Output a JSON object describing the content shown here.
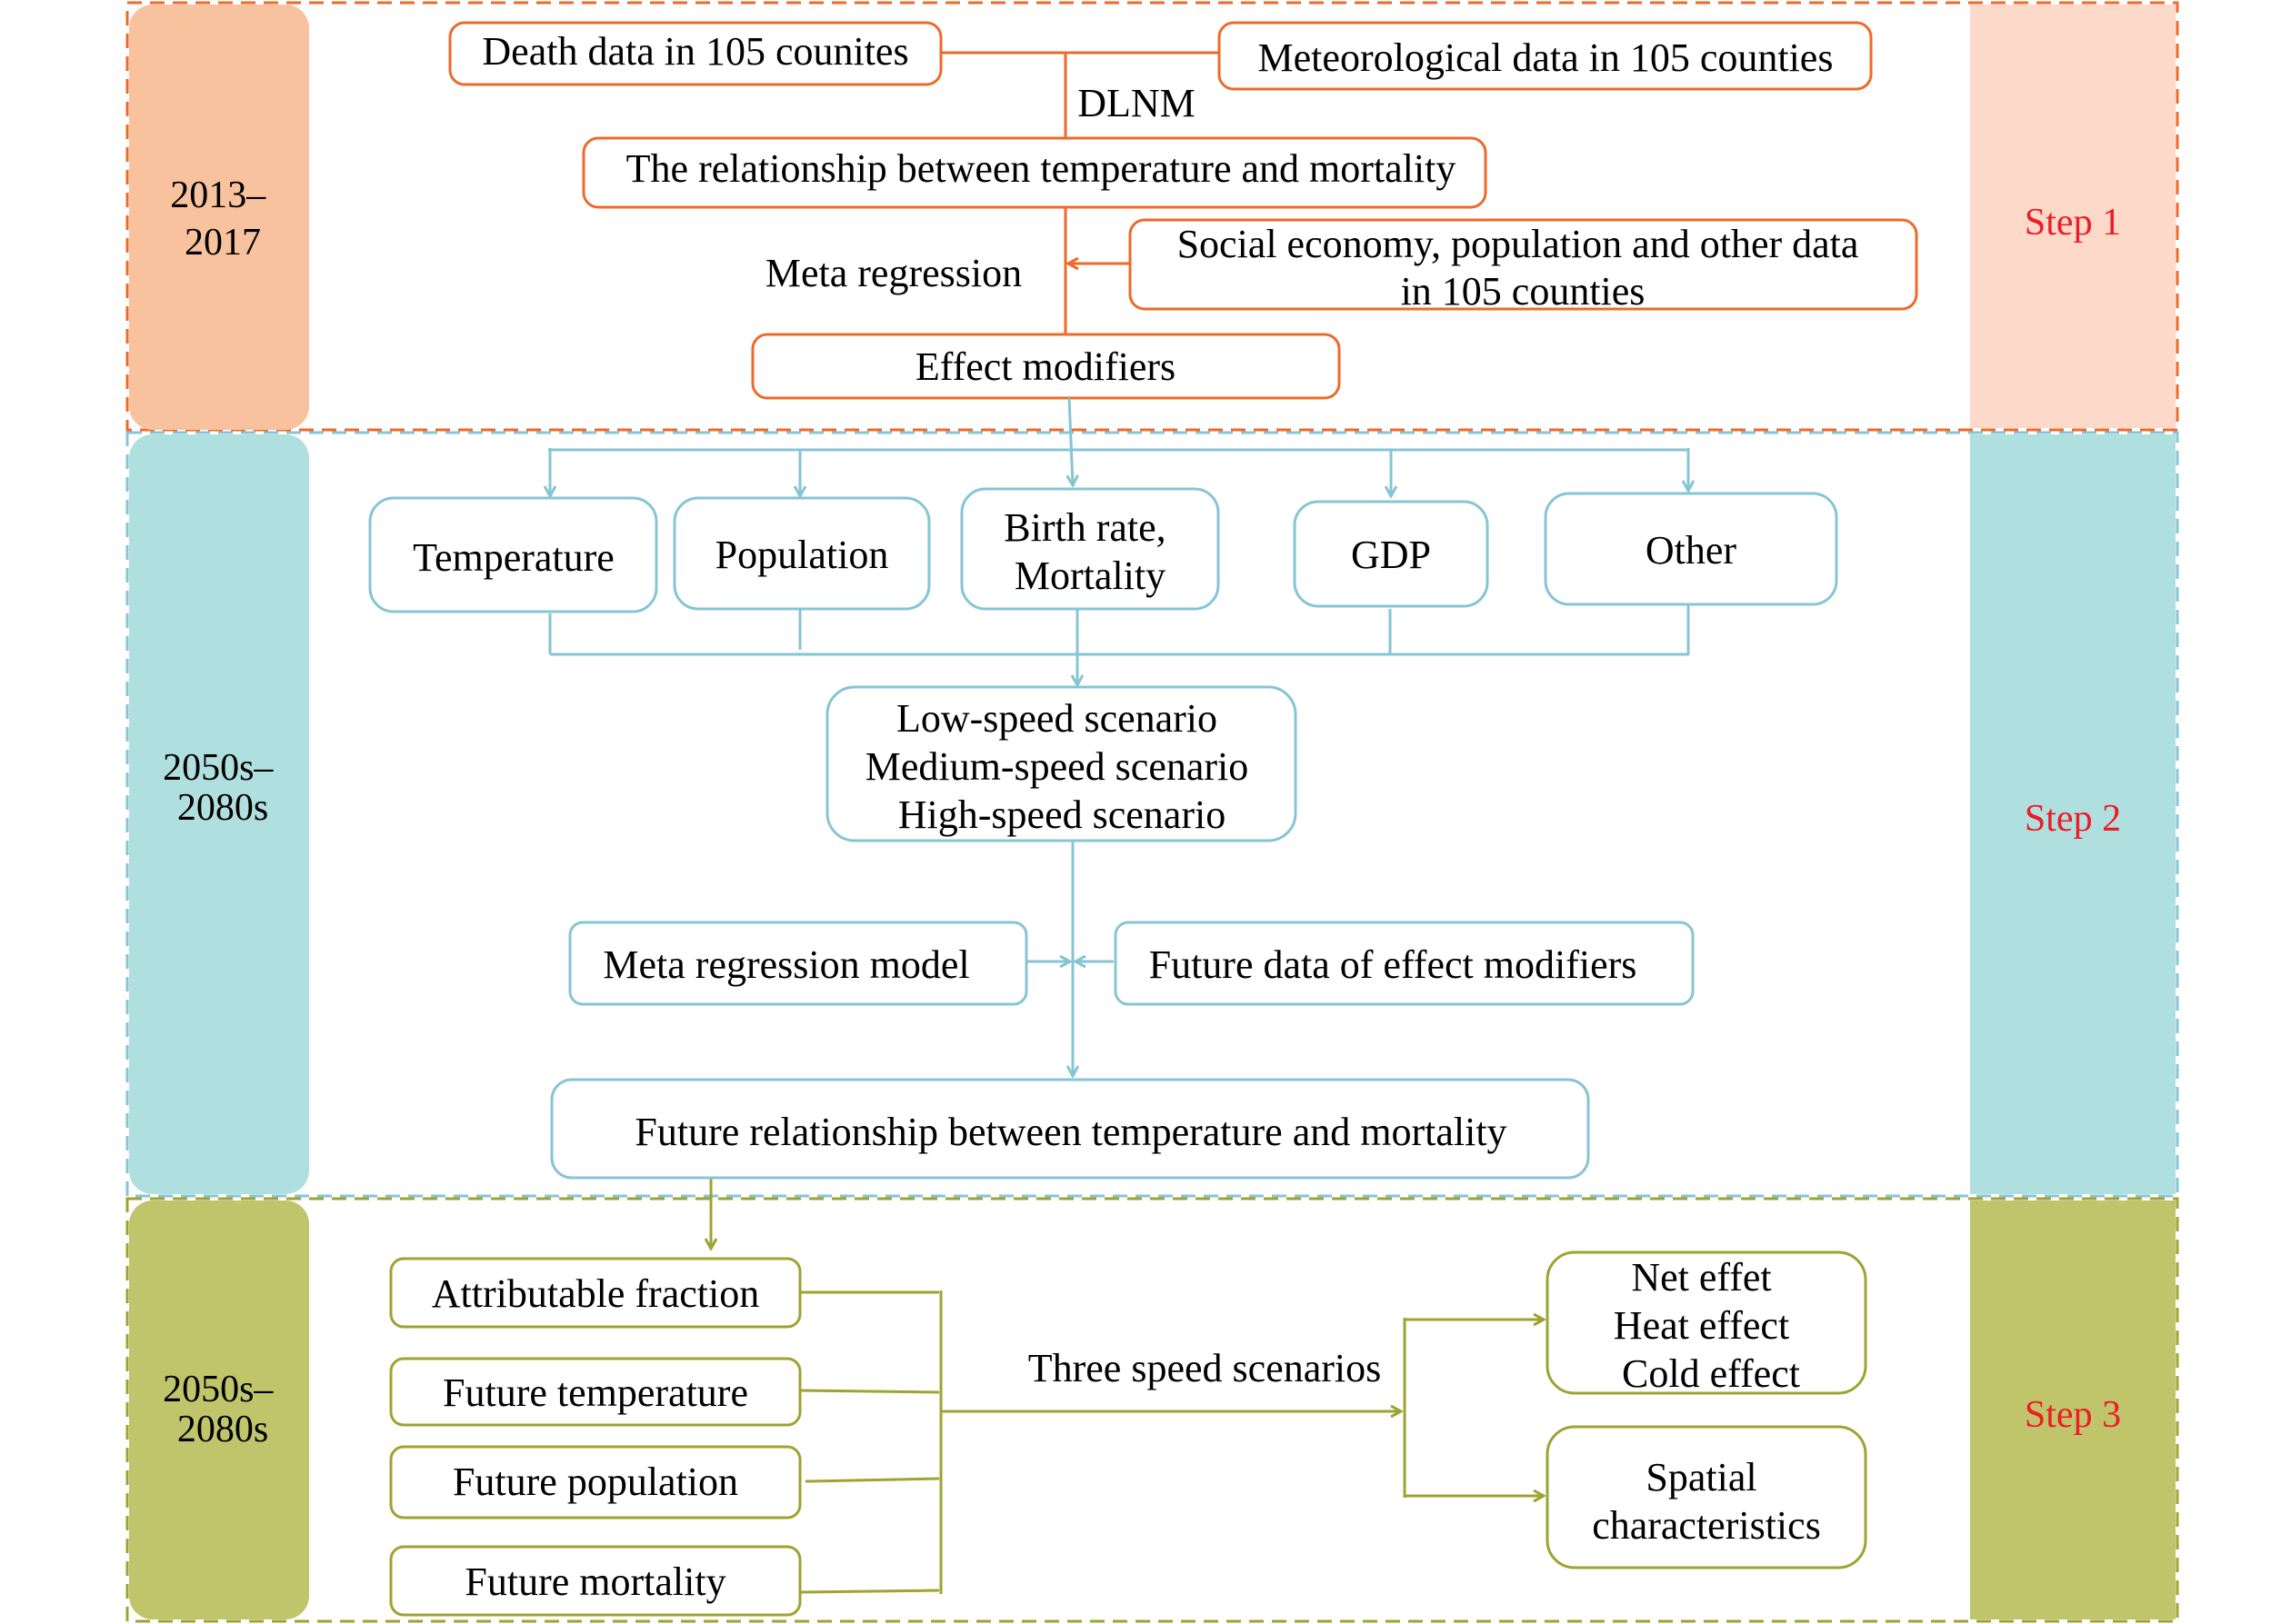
{
  "colors": {
    "orange": "#ee6a2a",
    "orange_fill": "#f9c29f",
    "orange_step_fill": "#fcd9c9",
    "blue": "#86c5d4",
    "blue_fill": "#b0dfe0",
    "olive": "#9ea332",
    "olive_fill": "#c0c46a",
    "step_label": "#ee1c24"
  },
  "sections": [
    {
      "id": "s1",
      "period": [
        "2013–",
        "2017"
      ],
      "step": "Step 1"
    },
    {
      "id": "s2",
      "period": [
        "2050s–",
        "2080s"
      ],
      "step": "Step 2"
    },
    {
      "id": "s3",
      "period": [
        "2050s–",
        "2080s"
      ],
      "step": "Step 3"
    }
  ],
  "step1": {
    "death_data": "Death data in 105 counites",
    "meteorological_data": "Meteorological data in 105 counties",
    "dlnm_label": "DLNM",
    "relationship": "The relationship between temperature and mortality",
    "meta_regression_label": "Meta regression",
    "social_data": [
      "Social economy, population and other data",
      "in 105 counties"
    ],
    "effect_modifiers": "Effect modifiers"
  },
  "step2": {
    "modifiers": [
      {
        "id": "temperature",
        "lines": [
          "Temperature"
        ]
      },
      {
        "id": "population",
        "lines": [
          "Population"
        ]
      },
      {
        "id": "birth-rate-mortality",
        "lines": [
          "Birth rate,",
          "Mortality"
        ]
      },
      {
        "id": "gdp",
        "lines": [
          "GDP"
        ]
      },
      {
        "id": "other",
        "lines": [
          "Other"
        ]
      }
    ],
    "scenarios": [
      "Low-speed scenario",
      "Medium-speed scenario",
      "High-speed scenario"
    ],
    "meta_regression_model": "Meta regression model",
    "future_data": "Future data of effect modifiers",
    "future_relationship": "Future relationship between temperature and mortality"
  },
  "step3": {
    "inputs": [
      "Attributable fraction",
      "Future temperature",
      "Future population",
      "Future mortality"
    ],
    "three_speed_label": "Three speed  scenarios",
    "effects": [
      "Net effet",
      "Heat effect",
      "Cold effect"
    ],
    "spatial": [
      "Spatial",
      "characteristics"
    ]
  }
}
